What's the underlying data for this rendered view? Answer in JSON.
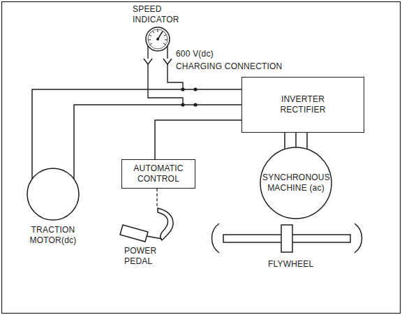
{
  "diagram": {
    "nodes": [
      {
        "text": [
          "INVERTER RECTIFIER"
        ]
      },
      {
        "text": [
          "AUTOMATIC CONTROL"
        ]
      },
      {
        "text": [
          "SYNCHRONOUS MACHINE (ac)"
        ]
      },
      {
        "text": [
          "TRACTION MOTOR(dc)"
        ]
      }
    ],
    "edges": [
      {
        "from": 3,
        "to": 0,
        "arrow": "none"
      },
      {
        "from": 3,
        "to": 0,
        "arrow": "none"
      },
      {
        "from": 0,
        "to": 2,
        "arrow": "none"
      },
      {
        "from": 0,
        "to": 1,
        "arrow": "none"
      },
      {
        "from": 1,
        "to": 2,
        "arrow": "none"
      }
    ],
    "labels": [
      "SPEED INDICATOR",
      "600 V(dc)",
      "CHARGING CONNECTION",
      "POWER PEDAL",
      "FLYWHEEL"
    ]
  }
}
